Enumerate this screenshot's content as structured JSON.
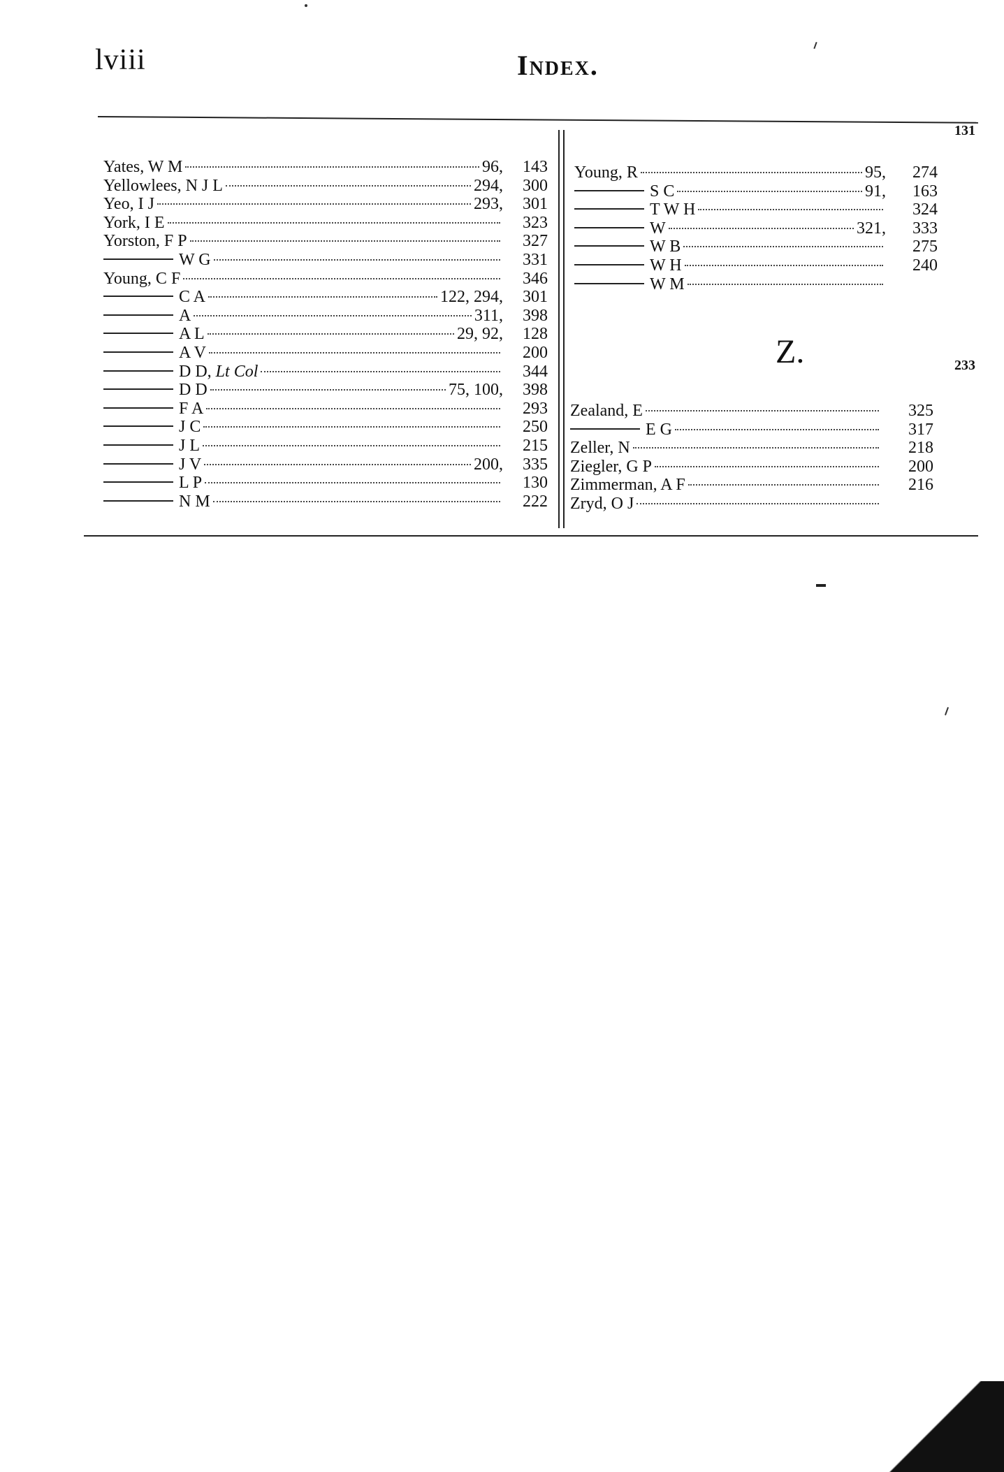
{
  "header": {
    "page_number": "lviii",
    "title": "Index."
  },
  "left_column": [
    {
      "name": "Yates, W M",
      "refs": "96,",
      "page": "143",
      "dash": false
    },
    {
      "name": "Yellowlees, N J L",
      "refs": "294,",
      "page": "300",
      "dash": false
    },
    {
      "name": "Yeo, I J",
      "refs": "293,",
      "page": "301",
      "dash": false
    },
    {
      "name": "York, I E",
      "refs": "",
      "page": "323",
      "dash": false
    },
    {
      "name": "Yorston, F P",
      "refs": "",
      "page": "327",
      "dash": false
    },
    {
      "name": "W G",
      "refs": "",
      "page": "331",
      "dash": true
    },
    {
      "name": "Young, C F",
      "refs": "",
      "page": "346",
      "dash": false
    },
    {
      "name": "C A",
      "refs": "122, 294,",
      "page": "301",
      "dash": true
    },
    {
      "name": "A",
      "refs": "311,",
      "page": "398",
      "dash": true
    },
    {
      "name": "A L",
      "refs": "29, 92,",
      "page": "128",
      "dash": true
    },
    {
      "name": "A V",
      "refs": "",
      "page": "200",
      "dash": true
    },
    {
      "name": "D D, Lt Col",
      "refs": "",
      "page": "344",
      "dash": true
    },
    {
      "name": "D D",
      "refs": "75, 100,",
      "page": "398",
      "dash": true
    },
    {
      "name": "F A",
      "refs": "",
      "page": "293",
      "dash": true
    },
    {
      "name": "J C",
      "refs": "",
      "page": "250",
      "dash": true
    },
    {
      "name": "J L",
      "refs": "",
      "page": "215",
      "dash": true
    },
    {
      "name": "J V",
      "refs": "200,",
      "page": "335",
      "dash": true
    },
    {
      "name": "L P",
      "refs": "",
      "page": "130",
      "dash": true
    },
    {
      "name": "N M",
      "refs": "",
      "page": "222",
      "dash": true
    }
  ],
  "right_column": [
    {
      "name": "Young, R",
      "refs": "95,",
      "page": "274",
      "dash": false
    },
    {
      "name": "S C",
      "refs": "91,",
      "page": "163",
      "dash": true
    },
    {
      "name": "T W H",
      "refs": "",
      "page": "324",
      "dash": true
    },
    {
      "name": "W",
      "refs": "321,",
      "page": "333",
      "dash": true
    },
    {
      "name": "W B",
      "refs": "",
      "page": "275",
      "dash": true
    },
    {
      "name": "W H",
      "refs": "",
      "page": "240",
      "dash": true
    },
    {
      "name": "W M",
      "refs": "",
      "page": "",
      "dash": true
    }
  ],
  "right_column_top_page": "131",
  "z_section": {
    "letter": "Z.",
    "top_page": "233",
    "entries": [
      {
        "name": "Zealand, E",
        "refs": "",
        "page": "325",
        "dash": false
      },
      {
        "name": "E G",
        "refs": "",
        "page": "317",
        "dash": true
      },
      {
        "name": "Zeller, N",
        "refs": "",
        "page": "218",
        "dash": false
      },
      {
        "name": "Ziegler, G P",
        "refs": "",
        "page": "200",
        "dash": false
      },
      {
        "name": "Zimmerman, A F",
        "refs": "",
        "page": "216",
        "dash": false
      },
      {
        "name": "Zryd, O J",
        "refs": "",
        "page": "",
        "dash": false
      }
    ]
  }
}
